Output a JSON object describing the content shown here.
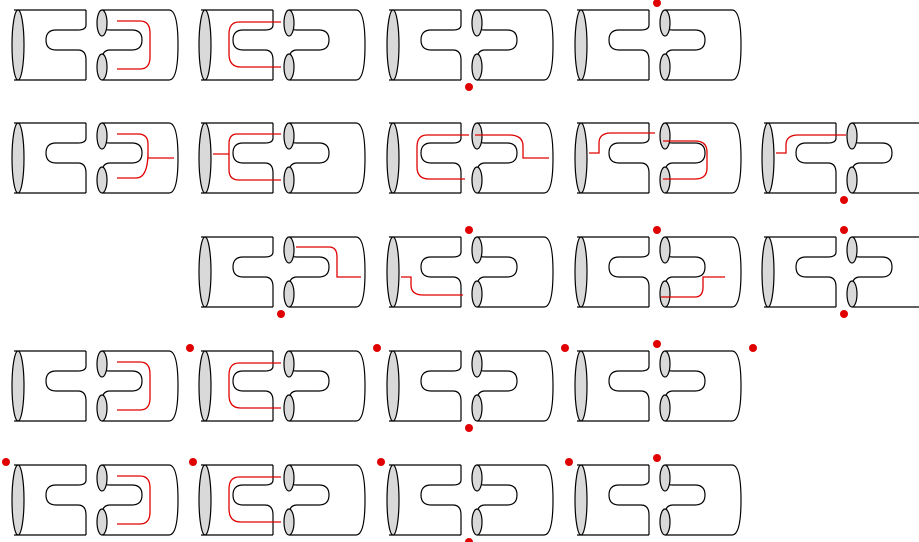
{
  "figure": {
    "colors": {
      "outline": "#000000",
      "face_fill": "#d9d9d9",
      "path": "#e00000",
      "marker": "#e00000",
      "background": "#ffffff"
    },
    "rows": [
      {
        "panels": [
          {
            "path": "right-u"
          },
          {
            "path": "left-u"
          },
          {
            "path": "none",
            "markers": [
              "bottom-mid"
            ]
          },
          {
            "path": "none",
            "markers": [
              "top-mid"
            ]
          }
        ]
      },
      {
        "panels": [
          {
            "path": "right-u-exit-right"
          },
          {
            "path": "left-u-exit-left"
          },
          {
            "path": "s-curve-exit-right"
          },
          {
            "path": "s-curve-exit-left"
          },
          {
            "path": "left-hook-exit-left",
            "markers": [
              "bottom-mid"
            ]
          }
        ]
      },
      {
        "panels": [
          {
            "path": "top-right-step",
            "markers": [
              "bottom-mid"
            ]
          },
          {
            "path": "bottom-left-step",
            "markers": [
              "top-mid"
            ]
          },
          {
            "path": "bottom-right-step",
            "markers": [
              "top-mid"
            ]
          },
          {
            "path": "none",
            "markers": [
              "top-mid",
              "bottom-mid"
            ]
          }
        ]
      },
      {
        "panels": [
          {
            "path": "right-u",
            "markers": [
              "top-right"
            ]
          },
          {
            "path": "left-u",
            "markers": [
              "top-right"
            ]
          },
          {
            "path": "none",
            "markers": [
              "top-right",
              "bottom-mid"
            ]
          },
          {
            "path": "none",
            "markers": [
              "top-mid",
              "top-right"
            ]
          }
        ]
      },
      {
        "panels": [
          {
            "path": "right-u",
            "markers": [
              "top-left"
            ]
          },
          {
            "path": "left-u",
            "markers": [
              "top-left"
            ]
          },
          {
            "path": "none",
            "markers": [
              "top-left",
              "bottom-mid"
            ]
          },
          {
            "path": "none",
            "markers": [
              "top-left",
              "top-mid"
            ]
          }
        ]
      }
    ]
  }
}
